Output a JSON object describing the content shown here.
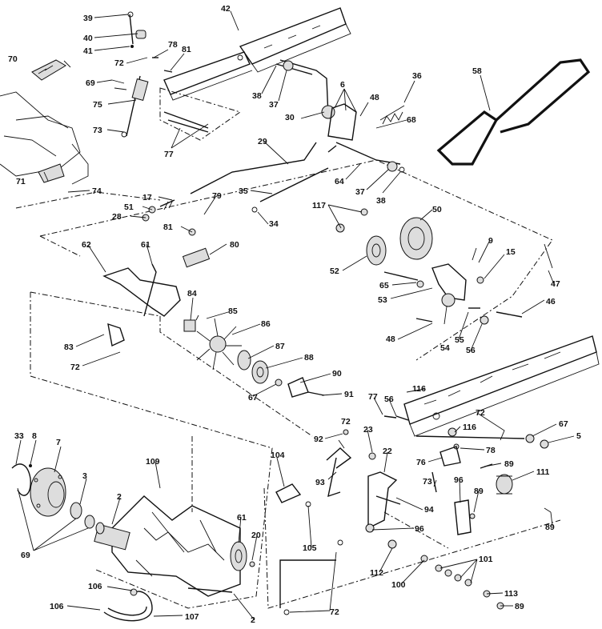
{
  "diagram": {
    "labels": [
      "39",
      "40",
      "41",
      "42",
      "70",
      "78",
      "72",
      "81",
      "69",
      "75",
      "73",
      "77",
      "36",
      "6",
      "48",
      "30",
      "38",
      "37",
      "68",
      "58",
      "29",
      "64",
      "37",
      "38",
      "71",
      "74",
      "17",
      "51",
      "28",
      "79",
      "81",
      "35",
      "34",
      "117",
      "50",
      "80",
      "62",
      "61",
      "9",
      "15",
      "52",
      "65",
      "53",
      "47",
      "46",
      "84",
      "85",
      "86",
      "83",
      "72",
      "87",
      "88",
      "67",
      "90",
      "91",
      "48",
      "54",
      "55",
      "56",
      "116",
      "77",
      "56",
      "72",
      "116",
      "67",
      "5",
      "78",
      "76",
      "89",
      "73",
      "111",
      "96",
      "89",
      "89",
      "33",
      "8",
      "7",
      "109",
      "3",
      "2",
      "69",
      "104",
      "92",
      "72",
      "23",
      "22",
      "93",
      "94",
      "61",
      "20",
      "105",
      "96",
      "112",
      "100",
      "101",
      "106",
      "106",
      "107",
      "113",
      "89",
      "72",
      "2"
    ]
  }
}
